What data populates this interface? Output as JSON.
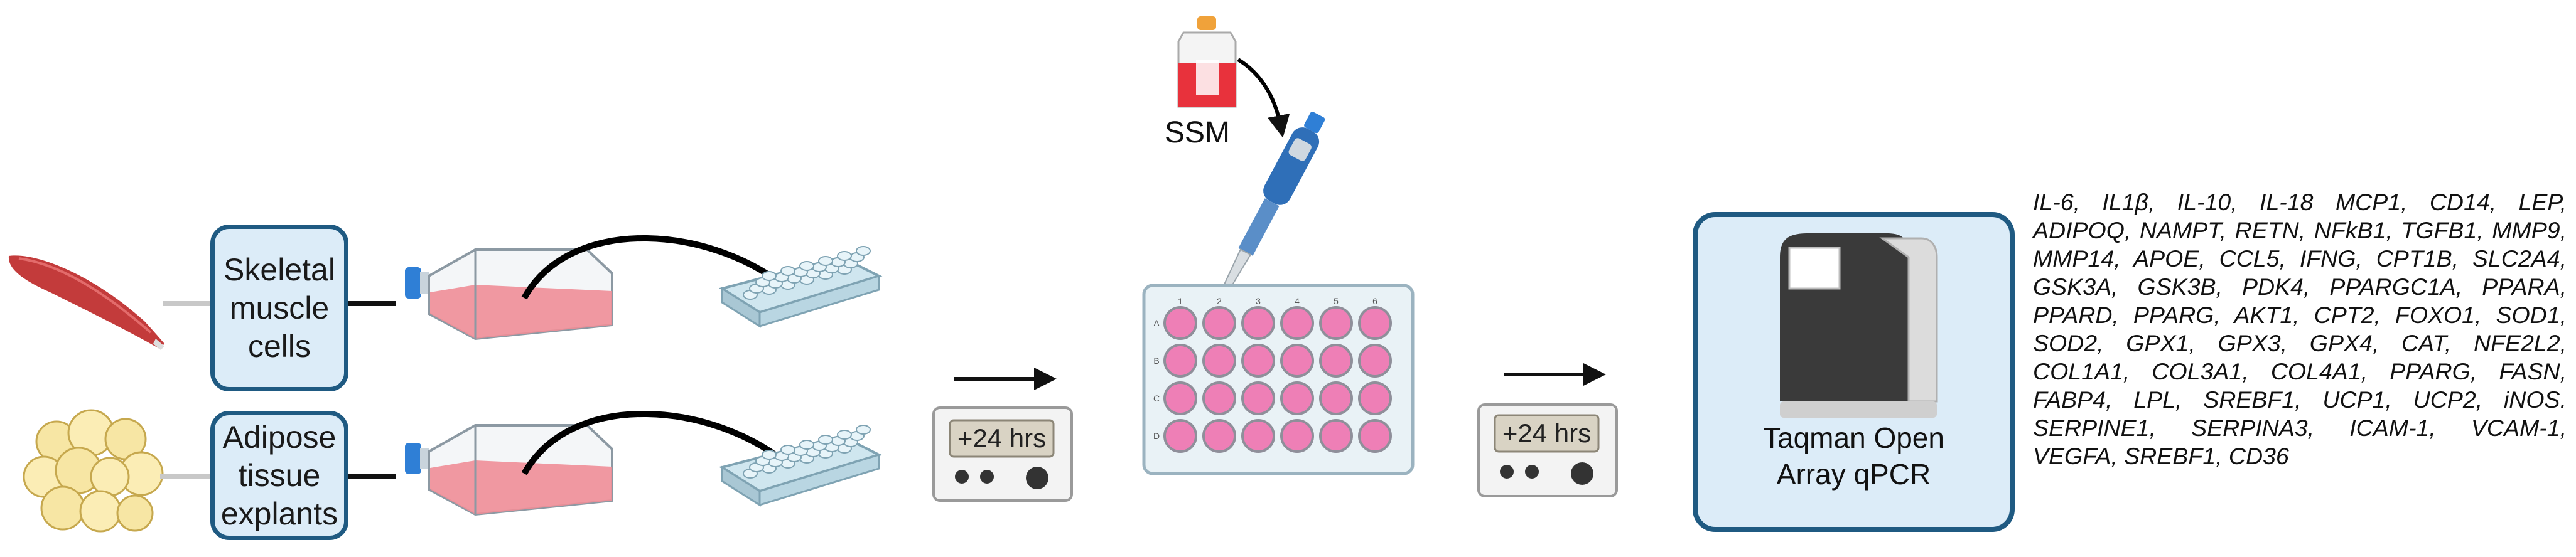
{
  "sources": {
    "muscle_label": "Skeletal\nmuscle\ncells",
    "adipose_label": "Adipose\ntissue\nexplants"
  },
  "treatment_label": "SSM",
  "timers": [
    "+24 hrs",
    "+24 hrs"
  ],
  "plate": {
    "columns": [
      "1",
      "2",
      "3",
      "4",
      "5",
      "6"
    ],
    "rows": [
      "A",
      "B",
      "C",
      "D"
    ]
  },
  "analysis": {
    "label": "Taqman Open\nArray qPCR"
  },
  "genes_text": "IL-6, IL1β, IL-10, IL-18 MCP1, CD14, LEP, ADIPOQ, NAMPT, RETN, NFkB1, TGFB1, MMP9, MMP14, APOE, CCL5, IFNG, CPT1B, SLC2A4, GSK3A, GSK3B, PDK4, PPARGC1A, PPARA, PPARD, PPARG, AKT1, CPT2, FOXO1, SOD1, SOD2, GPX1, GPX3, GPX4, CAT, NFE2L2, COL1A1, COL3A1, COL4A1, PPARG, FASN, FABP4, LPL, SREBF1, UCP1, UCP2, iNOS. SERPINE1, SERPINA3, ICAM-1, VCAM-1, VEGFA, SREBF1, CD36",
  "colors": {
    "box_border": "#1f5a82",
    "box_fill": "#dcecf8",
    "media_red": "#e8323c",
    "well_pink": "#ee7fb6",
    "flask_cap": "#2f7fd6"
  }
}
